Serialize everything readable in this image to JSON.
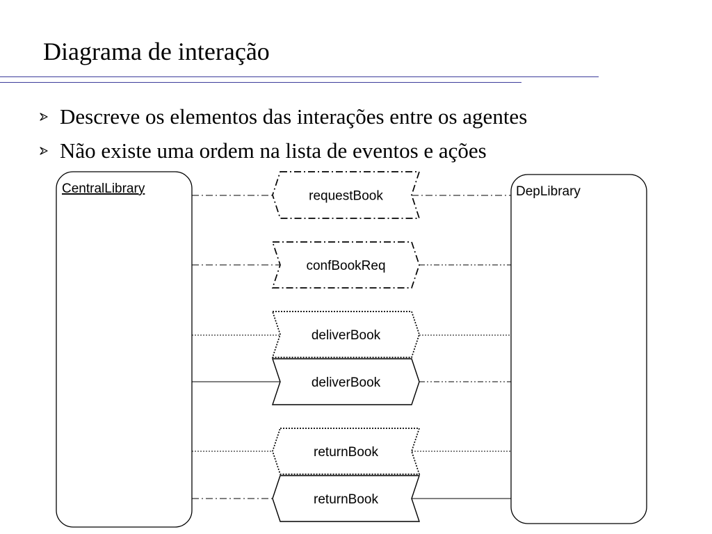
{
  "slide": {
    "title": "Diagrama de interação",
    "bullets": [
      {
        "icon": "arrowhead-bullet-icon",
        "text": "Descreve os elementos das interações entre os agentes"
      },
      {
        "icon": "arrowhead-bullet-icon",
        "text": "Não existe uma ordem na lista de eventos e ações"
      }
    ]
  },
  "colors": {
    "title_rule": "#3b3b9a",
    "stroke": "#000000",
    "background": "#ffffff"
  },
  "diagram": {
    "agents": [
      {
        "id": "central",
        "label": "CentralLibrary",
        "underlined": true
      },
      {
        "id": "dep",
        "label": "DepLibrary",
        "underlined": false
      }
    ],
    "interactions": [
      {
        "label": "requestBook",
        "shape": "pointing-left",
        "border": "dash-dot",
        "left_link": "dash-dot",
        "right_link": "dash-dot"
      },
      {
        "label": "confBookReq",
        "shape": "pointing-right",
        "border": "dash-dot",
        "left_link": "dash-dot",
        "right_link": "dash-dot-dot"
      },
      {
        "label": "deliverBook",
        "shape": "pointing-right",
        "border": "dotted",
        "left_link": "dotted",
        "right_link": "dotted"
      },
      {
        "label": "deliverBook",
        "shape": "pointing-right",
        "border": "solid",
        "left_link": "solid",
        "right_link": "dash-dot-dot"
      },
      {
        "label": "returnBook",
        "shape": "pointing-left",
        "border": "dotted",
        "left_link": "dotted",
        "right_link": "dotted"
      },
      {
        "label": "returnBook",
        "shape": "pointing-left",
        "border": "solid",
        "left_link": "dash-dot",
        "right_link": "solid"
      }
    ]
  }
}
